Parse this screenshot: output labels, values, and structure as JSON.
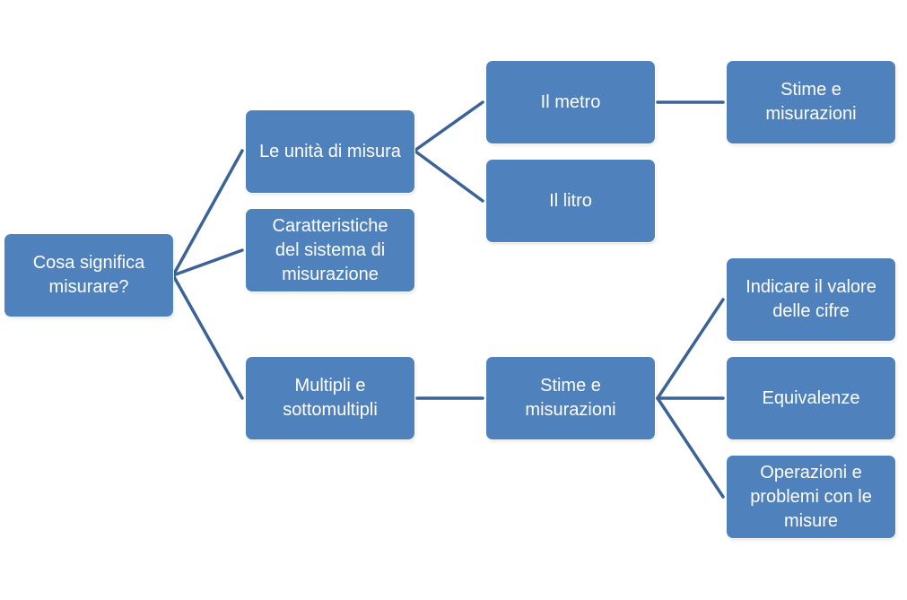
{
  "diagram": {
    "colors": {
      "node_fill": "#4f81bd",
      "node_text": "#ffffff",
      "connector": "#3c6396"
    },
    "nodes": {
      "root": "Cosa significa\nmisurare?",
      "unita": "Le unità di misura",
      "caratteristiche": "Caratteristiche\ndel sistema di\nmisurazione",
      "multipli": "Multipli e\nsottomultipli",
      "metro": "Il metro",
      "litro": "Il litro",
      "stime_metro": "Stime e\nmisurazioni",
      "stime_multipli": "Stime e\nmisurazioni",
      "valore_cifre": "Indicare il valore\ndelle cifre",
      "equivalenze": "Equivalenze",
      "operazioni": "Operazioni e\nproblemi  con le\nmisure"
    }
  }
}
